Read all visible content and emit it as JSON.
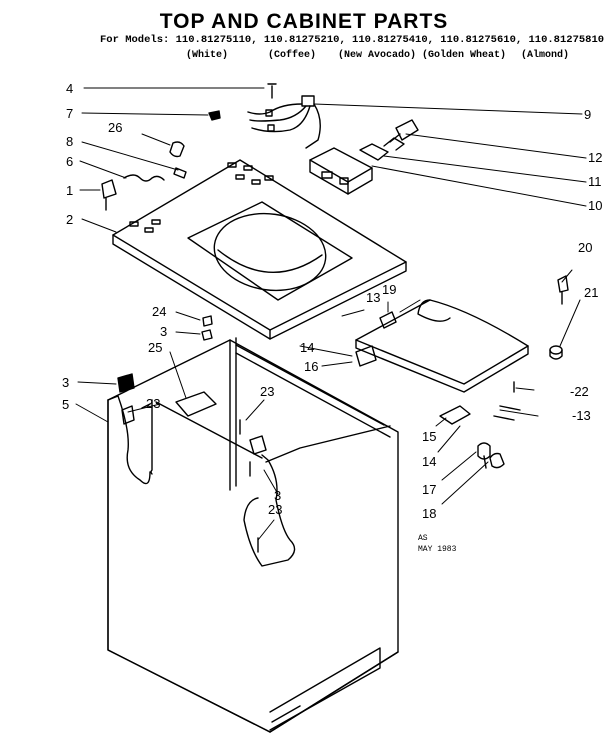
{
  "title": "TOP AND CABINET PARTS",
  "models_line": "For Models: 110.81275110, 110.81275210, 110.81275410, 110.81275610, 110.81275810",
  "colors": [
    "(White)",
    "(Coffee)",
    "(New Avocado)",
    "(Golden Wheat)",
    "(Almond)"
  ],
  "stamp": [
    "AS",
    "MAY 1983"
  ],
  "callouts": {
    "c1": "1",
    "c2": "2",
    "c3a": "3",
    "c3b": "3",
    "c3c": "3",
    "c4": "4",
    "c5": "5",
    "c6": "6",
    "c7": "7",
    "c8": "8",
    "c9": "9",
    "c10": "10",
    "c11": "11",
    "c12": "12",
    "c13a": "13",
    "c13b": "-13",
    "c14a": "14",
    "c14b": "14",
    "c15": "15",
    "c16": "16",
    "c17": "17",
    "c18": "18",
    "c19": "19",
    "c20": "20",
    "c21": "21",
    "c22": "-22",
    "c23a": "23",
    "c23b": "23",
    "c23c": "23",
    "c24": "24",
    "c25": "25",
    "c26": "26"
  }
}
